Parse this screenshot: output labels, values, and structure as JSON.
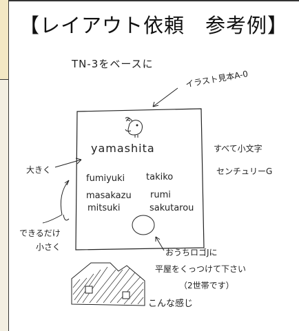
{
  "title": "【レイアウト依頼　参考例】",
  "notes": {
    "base": "TN-3をベースに",
    "illust": "イラスト見本A-0",
    "lowercase": "すべて小文字",
    "font": "センチュリーG",
    "bigger": "大きく",
    "smaller_1": "できるだけ",
    "smaller_2": "小さく",
    "logo_1": "おうちロゴJに",
    "logo_2": "平屋をくっつけて下さい",
    "logo_3": "（2世帯です）",
    "like_this": "こんな感じ"
  },
  "card": {
    "main_name": "yamashita",
    "names": [
      "fumiyuki",
      "takiko",
      "masakazu",
      "rumi",
      "mitsuki",
      "sakutarou"
    ]
  }
}
